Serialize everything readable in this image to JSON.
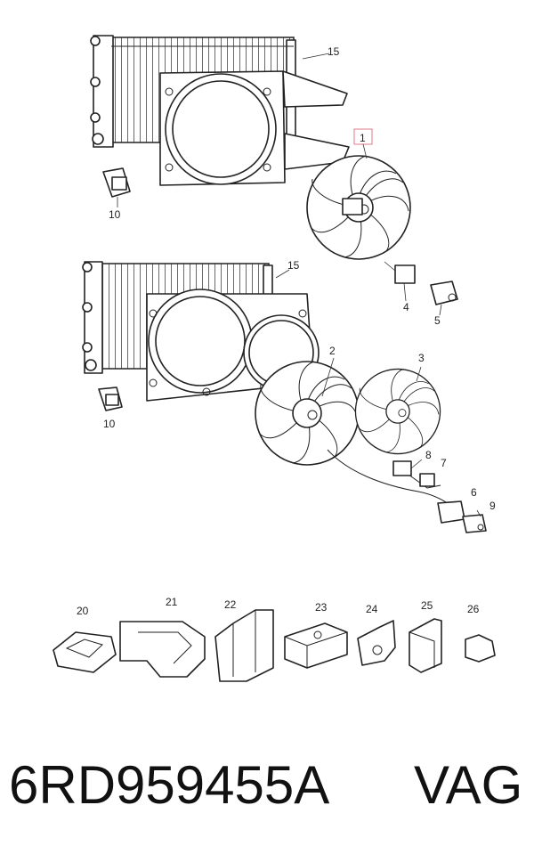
{
  "callouts": {
    "c1": "1",
    "c2": "2",
    "c3": "3",
    "c4": "4",
    "c5": "5",
    "c6": "6",
    "c7": "7",
    "c8": "8",
    "c9": "9",
    "c10a": "10",
    "c10b": "10",
    "c15a": "15",
    "c15b": "15",
    "c20": "20",
    "c21": "21",
    "c22": "22",
    "c23": "23",
    "c24": "24",
    "c25": "25",
    "c26": "26"
  },
  "footer": {
    "part_number": "6RD959455A",
    "brand": "VAG"
  },
  "colors": {
    "highlight": "#e07a88",
    "ink": "#222222"
  }
}
